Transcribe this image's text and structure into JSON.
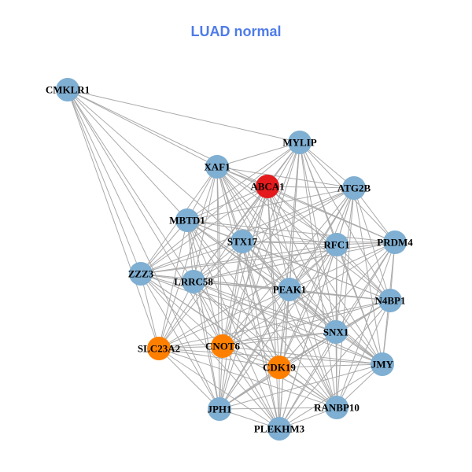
{
  "title": "LUAD normal",
  "colors": {
    "default": "#7fafd2",
    "red": "#e41a1c",
    "orange": "#ff8000",
    "edge": "#aaaaaa"
  },
  "nodes": [
    {
      "id": "CMKLR1",
      "color": "default"
    },
    {
      "id": "MYLIP",
      "color": "default"
    },
    {
      "id": "XAF1",
      "color": "default"
    },
    {
      "id": "ABCA1",
      "color": "red"
    },
    {
      "id": "ATG2B",
      "color": "default"
    },
    {
      "id": "MBTD1",
      "color": "default"
    },
    {
      "id": "STX17",
      "color": "default"
    },
    {
      "id": "RFC1",
      "color": "default"
    },
    {
      "id": "PRDM4",
      "color": "default"
    },
    {
      "id": "ZZZ3",
      "color": "default"
    },
    {
      "id": "LRRC58",
      "color": "default"
    },
    {
      "id": "PEAK1",
      "color": "default"
    },
    {
      "id": "N4BP1",
      "color": "default"
    },
    {
      "id": "SNX1",
      "color": "default"
    },
    {
      "id": "SLC23A2",
      "color": "orange"
    },
    {
      "id": "CNOT6",
      "color": "orange"
    },
    {
      "id": "CDK19",
      "color": "orange"
    },
    {
      "id": "JMY",
      "color": "default"
    },
    {
      "id": "JPH1",
      "color": "default"
    },
    {
      "id": "RANBP10",
      "color": "default"
    },
    {
      "id": "PLEKHM3",
      "color": "default"
    }
  ],
  "adjacency": {
    "CMKLR1": [
      "MYLIP",
      "XAF1",
      "ABCA1",
      "STX17",
      "MBTD1",
      "ZZZ3",
      "SLC23A2",
      "JPH1",
      "LRRC58",
      "CNOT6"
    ],
    "MYLIP": [
      "XAF1",
      "ABCA1",
      "ATG2B",
      "MBTD1",
      "STX17",
      "RFC1",
      "PRDM4",
      "ZZZ3",
      "LRRC58",
      "PEAK1",
      "N4BP1",
      "SNX1",
      "CNOT6",
      "CDK19",
      "JMY",
      "JPH1",
      "RANBP10",
      "PLEKHM3"
    ],
    "XAF1": [
      "ABCA1",
      "ATG2B",
      "MBTD1",
      "STX17",
      "RFC1",
      "PRDM4",
      "ZZZ3",
      "LRRC58",
      "PEAK1",
      "N4BP1",
      "SNX1",
      "SLC23A2",
      "CNOT6",
      "CDK19",
      "JMY",
      "JPH1",
      "RANBP10",
      "PLEKHM3"
    ],
    "ABCA1": [
      "ATG2B",
      "MBTD1",
      "STX17",
      "RFC1",
      "PRDM4",
      "ZZZ3",
      "LRRC58",
      "PEAK1",
      "N4BP1",
      "SNX1",
      "CNOT6",
      "CDK19",
      "JMY",
      "JPH1",
      "RANBP10",
      "PLEKHM3",
      "SLC23A2"
    ],
    "ATG2B": [
      "MBTD1",
      "STX17",
      "RFC1",
      "PRDM4",
      "LRRC58",
      "PEAK1",
      "N4BP1",
      "SNX1",
      "CNOT6",
      "CDK19",
      "JMY",
      "JPH1",
      "RANBP10",
      "PLEKHM3",
      "ZZZ3"
    ],
    "MBTD1": [
      "STX17",
      "RFC1",
      "PRDM4",
      "ZZZ3",
      "LRRC58",
      "PEAK1",
      "N4BP1",
      "SNX1",
      "SLC23A2",
      "CNOT6",
      "CDK19",
      "JMY",
      "JPH1",
      "RANBP10",
      "PLEKHM3"
    ],
    "STX17": [
      "RFC1",
      "PRDM4",
      "ZZZ3",
      "LRRC58",
      "PEAK1",
      "N4BP1",
      "SNX1",
      "SLC23A2",
      "CNOT6",
      "CDK19",
      "JMY",
      "JPH1",
      "RANBP10",
      "PLEKHM3"
    ],
    "RFC1": [
      "PRDM4",
      "ZZZ3",
      "LRRC58",
      "PEAK1",
      "N4BP1",
      "SNX1",
      "SLC23A2",
      "CNOT6",
      "CDK19",
      "JMY",
      "JPH1",
      "RANBP10",
      "PLEKHM3"
    ],
    "PRDM4": [
      "ZZZ3",
      "LRRC58",
      "PEAK1",
      "N4BP1",
      "SNX1",
      "CNOT6",
      "CDK19",
      "JMY",
      "RANBP10",
      "PLEKHM3"
    ],
    "ZZZ3": [
      "LRRC58",
      "PEAK1",
      "N4BP1",
      "SNX1",
      "SLC23A2",
      "CNOT6",
      "CDK19",
      "JMY",
      "JPH1",
      "RANBP10",
      "PLEKHM3"
    ],
    "LRRC58": [
      "PEAK1",
      "N4BP1",
      "SNX1",
      "SLC23A2",
      "CNOT6",
      "CDK19",
      "JMY",
      "JPH1",
      "RANBP10",
      "PLEKHM3"
    ],
    "PEAK1": [
      "N4BP1",
      "SNX1",
      "SLC23A2",
      "CNOT6",
      "CDK19",
      "JMY",
      "JPH1",
      "RANBP10",
      "PLEKHM3"
    ],
    "N4BP1": [
      "SNX1",
      "SLC23A2",
      "CNOT6",
      "CDK19",
      "JMY",
      "JPH1",
      "RANBP10",
      "PLEKHM3"
    ],
    "SNX1": [
      "SLC23A2",
      "CNOT6",
      "CDK19",
      "JMY",
      "JPH1",
      "RANBP10",
      "PLEKHM3"
    ],
    "SLC23A2": [
      "CNOT6",
      "CDK19",
      "JMY",
      "JPH1",
      "RANBP10",
      "PLEKHM3"
    ],
    "CNOT6": [
      "CDK19",
      "JMY",
      "JPH1",
      "RANBP10",
      "PLEKHM3"
    ],
    "CDK19": [
      "JMY",
      "JPH1",
      "RANBP10",
      "PLEKHM3"
    ],
    "JMY": [
      "JPH1",
      "RANBP10",
      "PLEKHM3"
    ],
    "JPH1": [
      "RANBP10",
      "PLEKHM3"
    ],
    "RANBP10": [
      "PLEKHM3"
    ]
  }
}
